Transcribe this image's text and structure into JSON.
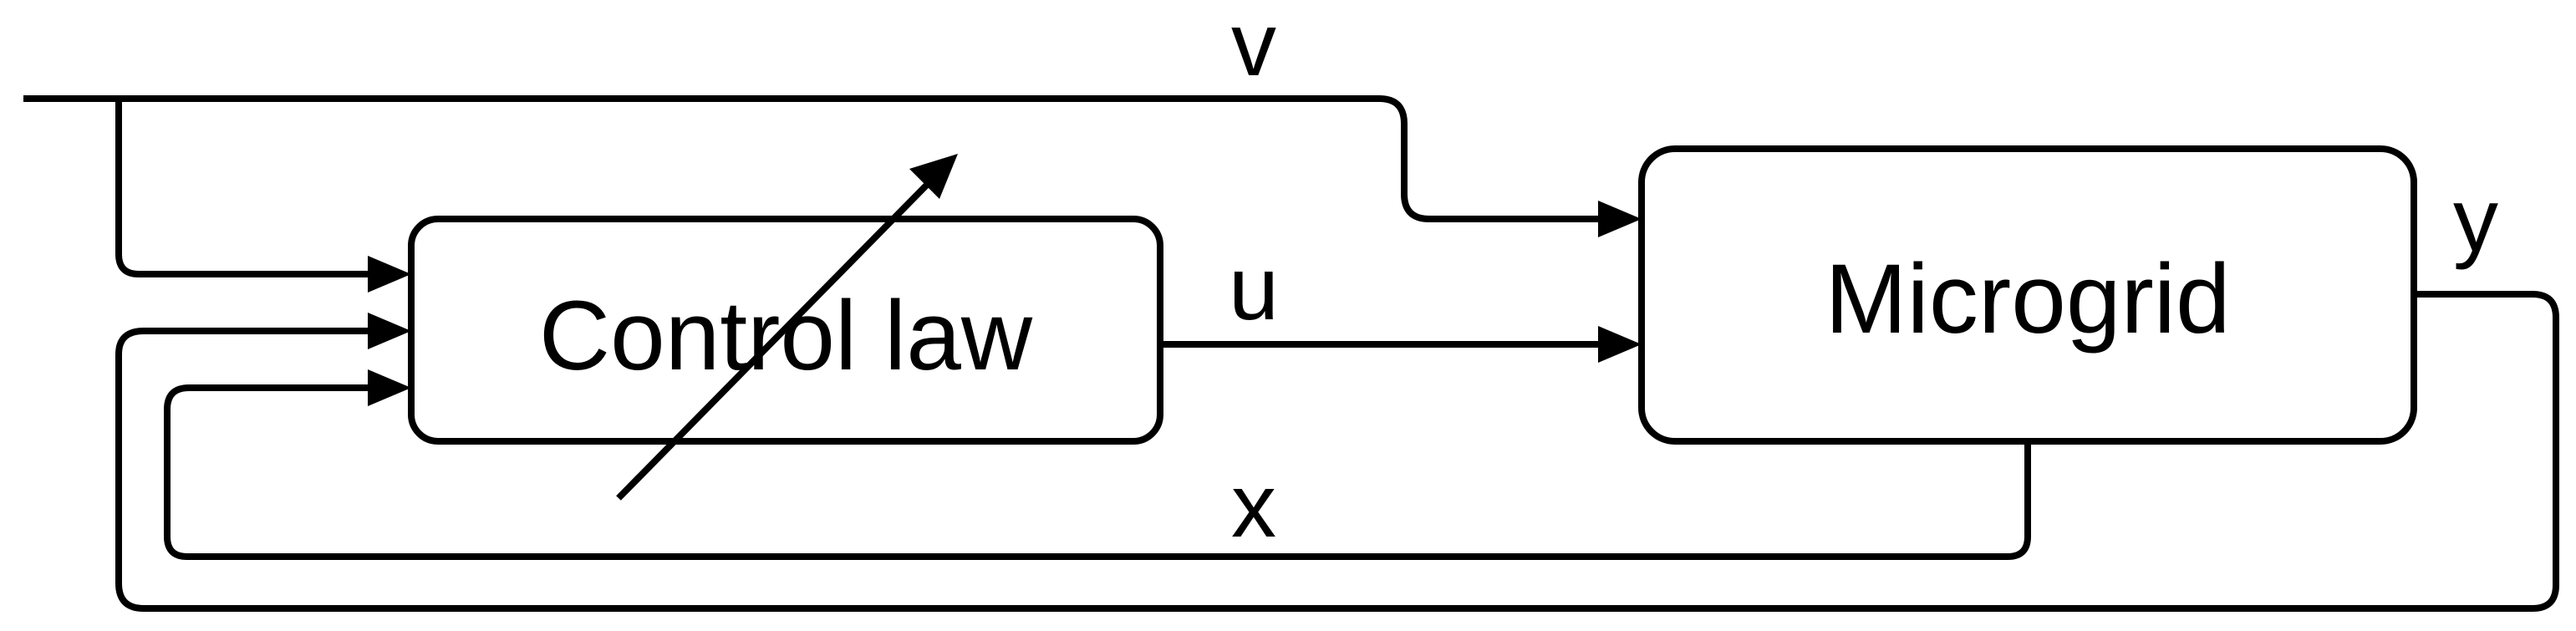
{
  "diagram": {
    "blocks": {
      "control_law": "Control law",
      "microgrid": "Microgrid"
    },
    "signals": {
      "v": "v",
      "u": "u",
      "y": "y",
      "x": "x"
    }
  }
}
